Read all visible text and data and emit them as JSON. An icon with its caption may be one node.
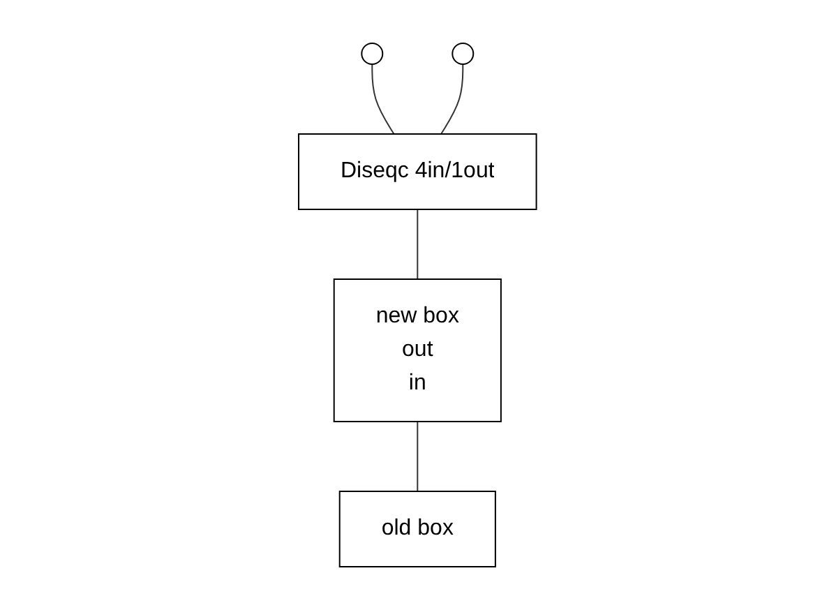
{
  "diagram": {
    "nodes": [
      {
        "text": [],
        "shape": "circle"
      },
      {
        "text": [],
        "shape": "circle"
      },
      {
        "text": [
          "Diseqc 4in/1out"
        ]
      },
      {
        "text": [
          "old box"
        ]
      },
      {
        "text": [
          "new box",
          "out",
          "in"
        ]
      }
    ],
    "edges": [
      {
        "from": 0,
        "to": 2,
        "arrow": "none"
      },
      {
        "from": 1,
        "to": 2,
        "arrow": "none"
      },
      {
        "from": 2,
        "to": 4,
        "arrow": "none"
      },
      {
        "from": 4,
        "to": 3,
        "arrow": "none"
      }
    ]
  }
}
